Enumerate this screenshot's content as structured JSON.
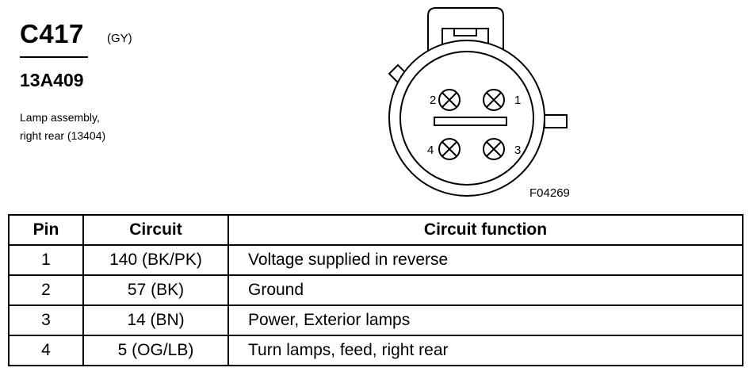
{
  "connector": {
    "id": "C417",
    "color": "(GY)",
    "part_number": "13A409",
    "description_lines": [
      "Lamp assembly,",
      "right rear (13404)"
    ]
  },
  "diagram": {
    "figure_code": "F04269",
    "pins": [
      {
        "number": "1",
        "label": "1"
      },
      {
        "number": "2",
        "label": "2"
      },
      {
        "number": "3",
        "label": "3"
      },
      {
        "number": "4",
        "label": "4"
      }
    ]
  },
  "table": {
    "headers": [
      "Pin",
      "Circuit",
      "Circuit function"
    ],
    "rows": [
      {
        "pin": "1",
        "circuit": "140 (BK/PK)",
        "function": "Voltage supplied in reverse"
      },
      {
        "pin": "2",
        "circuit": "57 (BK)",
        "function": "Ground"
      },
      {
        "pin": "3",
        "circuit": "14 (BN)",
        "function": "Power, Exterior lamps"
      },
      {
        "pin": "4",
        "circuit": "5 (OG/LB)",
        "function": "Turn lamps, feed, right rear"
      }
    ]
  }
}
